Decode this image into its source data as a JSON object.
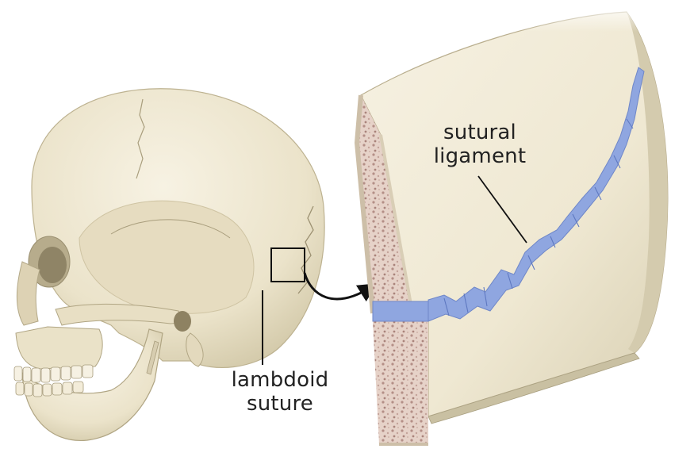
{
  "labels": {
    "lambdoid": {
      "line1": "lambdoid",
      "line2": "suture"
    },
    "sutural": {
      "line1": "sutural",
      "line2": "ligament"
    }
  },
  "colors": {
    "bone": "#efe8d2",
    "bone_shadow": "#c8bf9f",
    "marrow": "#e4cdc2",
    "marrow_dots": "#b38e86",
    "ligament": "#8fa6e0",
    "ink": "#222222"
  }
}
